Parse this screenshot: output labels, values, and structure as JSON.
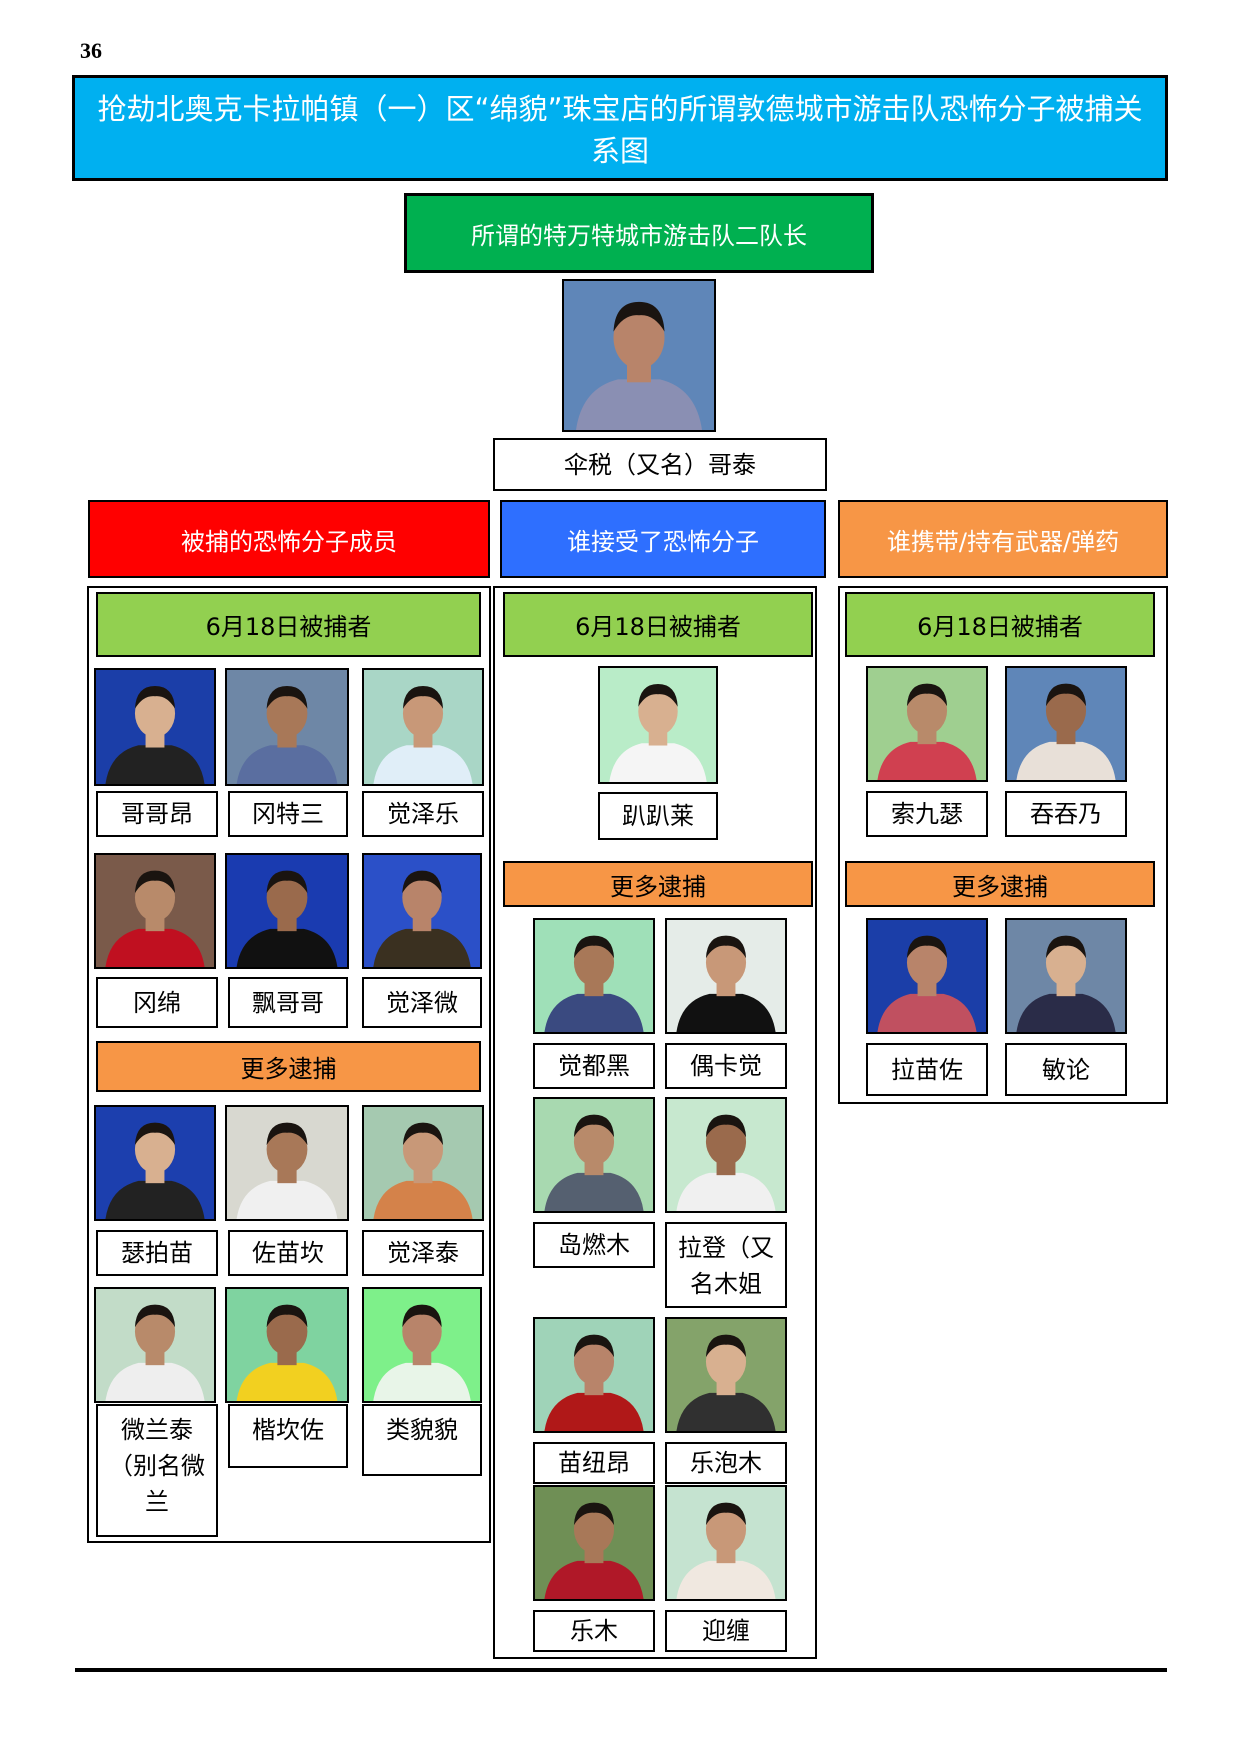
{
  "page_number": "36",
  "title": "抢劫北奥克卡拉帕镇（一）区“绵貌”珠宝店的所谓敦德城市游击队恐怖分子被捕关系图",
  "leader": {
    "role": "所谓的特万特城市游击队二队长",
    "name": "伞税（又名）哥泰"
  },
  "categories": [
    {
      "label": "被捕的恐怖分子成员",
      "color": "#ff0000",
      "first_group_label": "6月18日被捕者",
      "first_group": [
        "哥哥昂",
        "冈特三",
        "觉泽乐",
        "冈绵",
        "飘哥哥",
        "觉泽微"
      ],
      "more_label": "更多逮捕",
      "more_group": [
        "瑟拍苗",
        "佐苗坎",
        "觉泽泰",
        "微兰泰（别名微兰",
        "楷坎佐",
        "类貌貌"
      ]
    },
    {
      "label": "谁接受了恐怖分子",
      "color": "#2e6fff",
      "first_group_label": "6月18日被捕者",
      "first_group": [
        "趴趴莱"
      ],
      "more_label": "更多逮捕",
      "more_group": [
        "觉都黑",
        "偶卡觉",
        "岛燃木",
        "拉登（又名木姐",
        "苗纽昂",
        "乐泡木",
        "乐木",
        "迎缠"
      ]
    },
    {
      "label": "谁携带/持有武器/弹药",
      "color": "#f79646",
      "first_group_label": "6月18日被捕者",
      "first_group": [
        "索九瑟",
        "吞吞乃"
      ],
      "more_label": "更多逮捕",
      "more_group": [
        "拉苗佐",
        "敏论"
      ]
    }
  ],
  "colors": {
    "title_bg": "#00b0f0",
    "leader_bg": "#00b050",
    "group_header_bg": "#92d050",
    "more_header_bg": "#f79646"
  },
  "icons": [
    "person-photo"
  ]
}
